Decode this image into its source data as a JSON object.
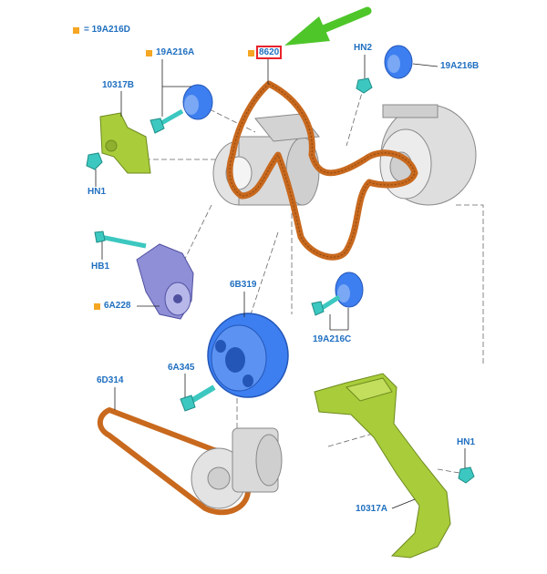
{
  "legend": {
    "marker_color": "#f5a623",
    "text": "= 19A216D"
  },
  "callouts": {
    "c19A216A": "19A216A",
    "c10317B": "10317B",
    "cHN1_top": "HN1",
    "c8620": "8620",
    "cHN2": "HN2",
    "c19A216B": "19A216B",
    "cHB1": "HB1",
    "c6A228": "6A228",
    "c6B319": "6B319",
    "c19A216C": "19A216C",
    "c6A345": "6A345",
    "c6D314": "6D314",
    "cHN1_bottom": "HN1",
    "c10317A": "10317A"
  },
  "colors": {
    "label_blue": "#1f6fc0",
    "belt_orange": "#c8691e",
    "highlight_red": "#e8222a",
    "pointer_green": "#4ec62a",
    "bracket_green": "#a9cc3a",
    "pulley_blue": "#3d7ff0",
    "bolt_teal": "#3cc8c0",
    "tensioner_purple": "#8f8fd8",
    "component_grey": "#d9d9d9"
  },
  "highlighted_part": "8620"
}
